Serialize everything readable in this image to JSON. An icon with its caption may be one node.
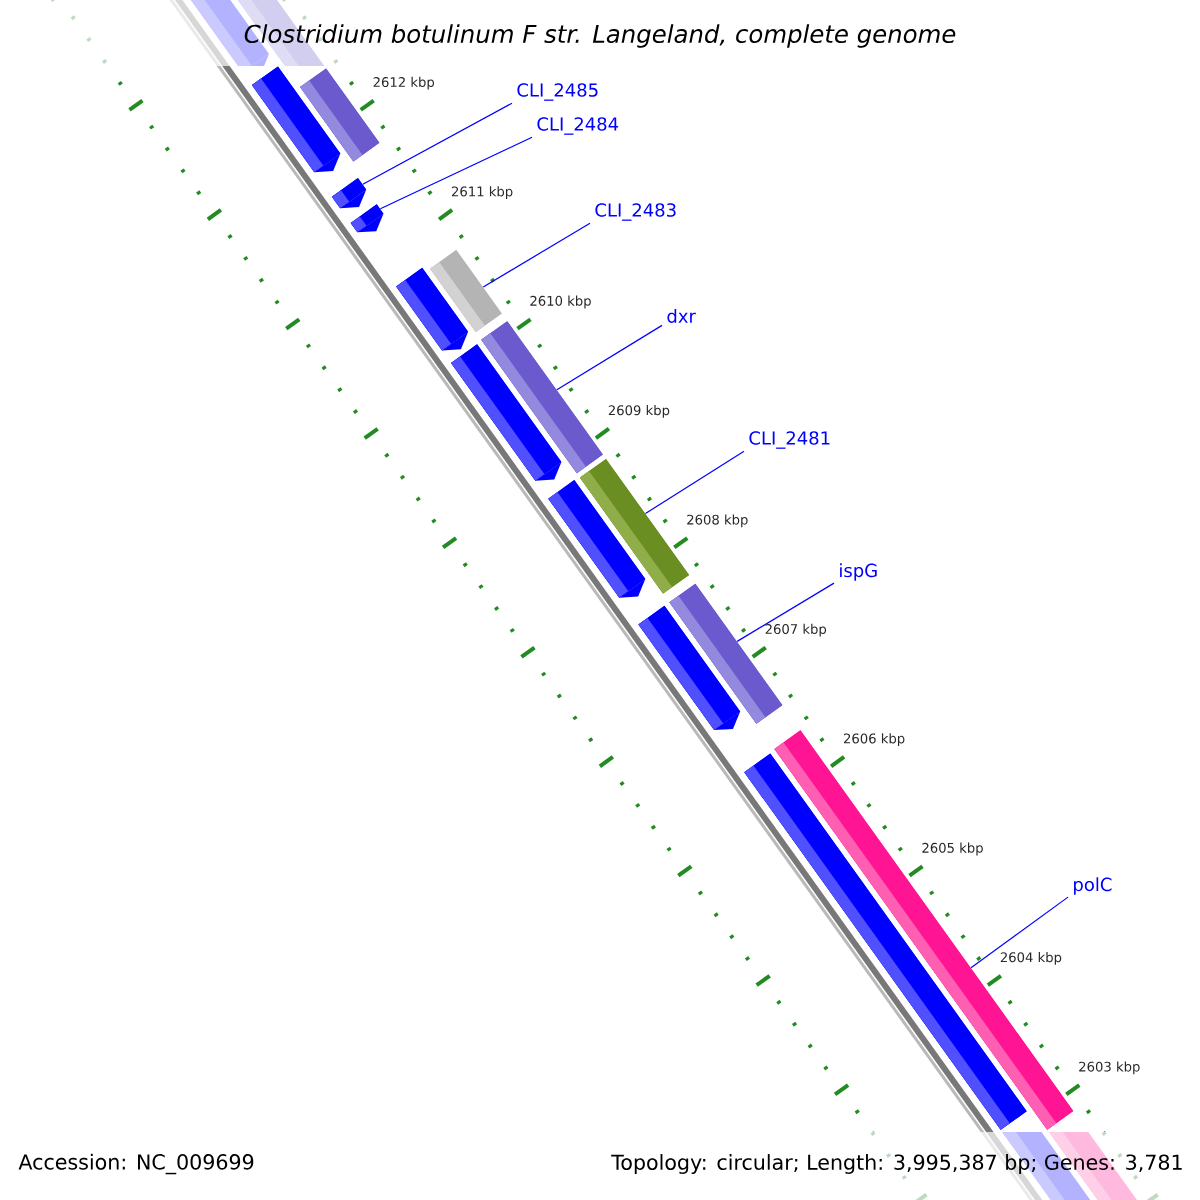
{
  "diagram": {
    "title": "Clostridium botulinum F str. Langeland, complete genome",
    "nodes": [
      {
        "text": [
          "CLI_2485"
        ]
      },
      {
        "text": [
          "CLI_2484"
        ]
      },
      {
        "text": [
          "CLI_2483"
        ]
      },
      {
        "text": [
          "dxr"
        ]
      },
      {
        "text": [
          "CLI_2481"
        ]
      },
      {
        "text": [
          "ispG"
        ]
      },
      {
        "text": [
          "polC"
        ]
      },
      {
        "text": [],
        "shape": "bar"
      },
      {
        "text": [],
        "shape": "pentagon"
      },
      {
        "text": [],
        "shape": "pentagon"
      },
      {
        "text": [],
        "shape": "pentagon"
      },
      {
        "text": [],
        "shape": "bar"
      },
      {
        "text": [],
        "shape": "pentagon"
      },
      {
        "text": [],
        "shape": "bar"
      },
      {
        "text": [],
        "shape": "pentagon"
      },
      {
        "text": [],
        "shape": "bar"
      },
      {
        "text": [],
        "shape": "pentagon"
      },
      {
        "text": [],
        "shape": "bar"
      },
      {
        "text": [],
        "shape": "pentagon"
      },
      {
        "text": [],
        "shape": "bar"
      },
      {
        "text": [],
        "shape": "bar"
      }
    ],
    "edges": [
      {
        "from": 0,
        "to": 9,
        "arrow": "none"
      },
      {
        "from": 1,
        "to": 10,
        "arrow": "none"
      },
      {
        "from": 2,
        "to": 11,
        "arrow": "none"
      },
      {
        "from": 3,
        "to": 13,
        "arrow": "none"
      },
      {
        "from": 4,
        "to": 15,
        "arrow": "none"
      },
      {
        "from": 5,
        "to": 17,
        "arrow": "none"
      },
      {
        "from": 6,
        "to": 19,
        "arrow": "none"
      }
    ],
    "labels": [
      "2612 kbp",
      "2611 kbp",
      "2610 kbp",
      "2609 kbp",
      "2608 kbp",
      "2607 kbp",
      "2606 kbp",
      "2605 kbp",
      "2604 kbp",
      "2603 kbp",
      "Accession: NC_009699",
      "Topology: circular; Length: 3,995,387 bp; Genes: 3,781"
    ]
  }
}
